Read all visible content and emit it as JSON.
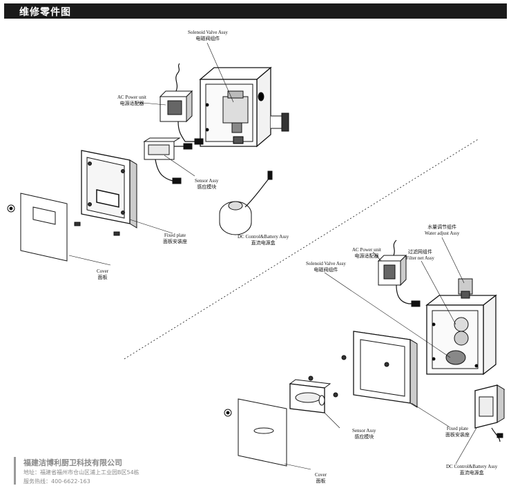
{
  "header": {
    "title": "维修零件图"
  },
  "upper_assembly": {
    "solenoid": {
      "en": "Solenoid Valve Assy",
      "zh": "电磁阀组件"
    },
    "ac_power": {
      "en": "AC Power unit",
      "zh": "电源适配器"
    },
    "sensor": {
      "en": "Sensor Assy",
      "zh": "感应模块"
    },
    "dc_control": {
      "en": "DC Control&Battery Assy",
      "zh": "直流电源盒"
    },
    "fixed_plate": {
      "en": "Fixed plate",
      "zh": "面板安装座"
    },
    "cover": {
      "en": "Cover",
      "zh": "面板"
    }
  },
  "lower_assembly": {
    "water_adjust": {
      "zh": "水量调节组件",
      "en": "Water adjust Assy"
    },
    "ac_power": {
      "en": "AC Power unit",
      "zh": "电源适配器"
    },
    "filter_net": {
      "zh": "过滤网组件",
      "en": "Filter net Assy"
    },
    "solenoid": {
      "en": "Solenoid Valve Assy",
      "zh": "电磁阀组件"
    },
    "sensor": {
      "en": "Sensor Assy",
      "zh": "感应模块"
    },
    "fixed_plate": {
      "en": "Fixed plate",
      "zh": "面板安装座"
    },
    "dc_control": {
      "en": "DC Control&Battery Assy",
      "zh": "直流电源盒"
    },
    "cover": {
      "en": "Cover",
      "zh": "面板"
    }
  },
  "footer": {
    "company": "福建洁博利厨卫科技有限公司",
    "address": "地址：福建省福州市仓山区浦上工业园B区54栋",
    "phone": "服务热线：400-6622-163"
  }
}
